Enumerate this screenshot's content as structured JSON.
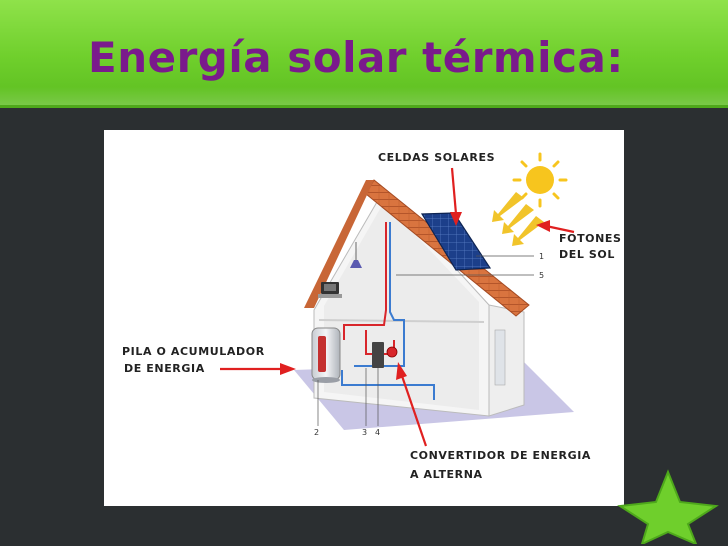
{
  "slide": {
    "title": "Energía solar térmica:"
  },
  "diagram": {
    "labels": {
      "solar_cells": "CELDAS SOLARES",
      "photons_line1": "FOTONES",
      "photons_line2": "DEL SOL",
      "battery_line1": "PILA O ACUMULADOR",
      "battery_line2": "DE ENERGIA",
      "converter_line1": "CONVERTIDOR DE ENERGIA",
      "converter_line2": "A ALTERNA"
    },
    "numbers": {
      "n1": "1",
      "n2": "2",
      "n3": "3",
      "n4": "4",
      "n5": "5"
    }
  },
  "colors": {
    "header_green": "#6fcf2c",
    "title_purple": "#7a1a8c",
    "background": "#2b2f31",
    "arrow_red": "#e02020",
    "roof": "#d9743f",
    "panel_blue": "#1c3f8a",
    "sun_yellow": "#f7c51e"
  }
}
